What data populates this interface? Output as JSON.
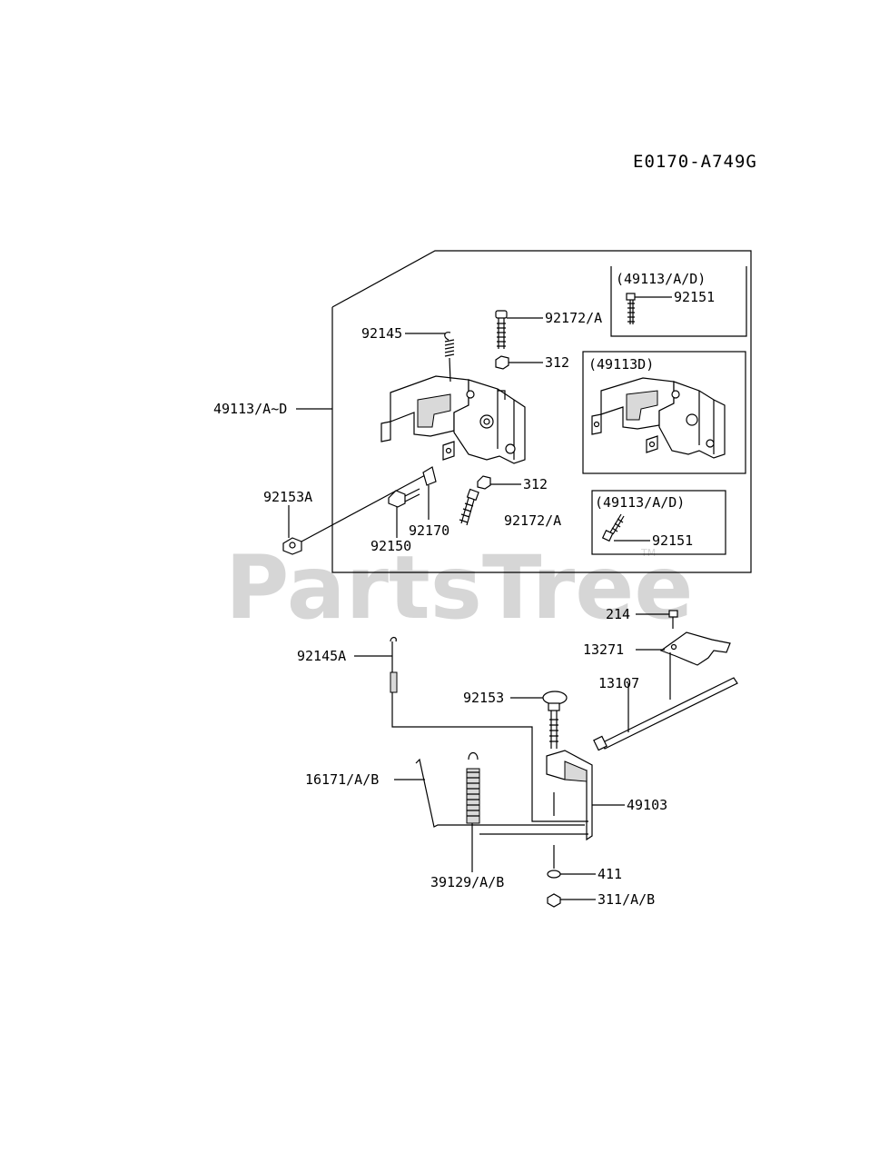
{
  "diagram_code": "E0170-A749G",
  "watermark": {
    "text": "PartsTree",
    "trademark": "TM"
  },
  "inset_labels": {
    "inset_top": "(49113/A/D)",
    "inset_mid": "(49113D)",
    "inset_bottom": "(49113/A/D)"
  },
  "parts": {
    "p92172A_top": "92172/A",
    "p92145": "92145",
    "p312_top": "312",
    "p49113": "49113/A~D",
    "p92151_top": "92151",
    "p92153A": "92153A",
    "p312_bottom": "312",
    "p92170": "92170",
    "p92172A_bottom": "92172/A",
    "p92150": "92150",
    "p92151_bottom": "92151",
    "p214": "214",
    "p13271": "13271",
    "p92145A": "92145A",
    "p13107": "13107",
    "p92153": "92153",
    "p16171": "16171/A/B",
    "p49103": "49103",
    "p411": "411",
    "p39129": "39129/A/B",
    "p311": "311/A/B"
  }
}
